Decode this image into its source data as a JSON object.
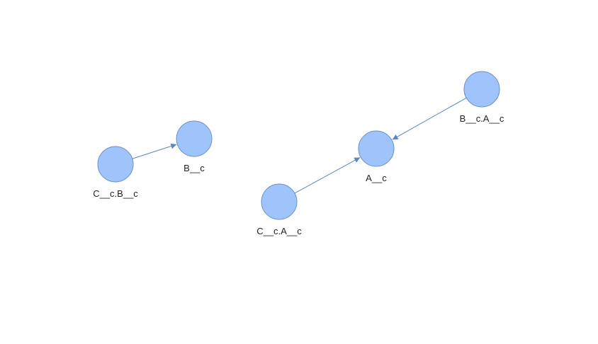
{
  "diagram": {
    "colors": {
      "node_fill": "#9ec4fb",
      "node_stroke": "#6c8fc4",
      "edge": "#5b86c6",
      "label": "#222222"
    },
    "nodes": [
      {
        "id": "ccbc",
        "label": "C__c.B__c"
      },
      {
        "id": "bc",
        "label": "B__c"
      },
      {
        "id": "bcac",
        "label": "B__c.A__c"
      },
      {
        "id": "ac",
        "label": "A__c"
      },
      {
        "id": "ccac",
        "label": "C__c.A__c"
      }
    ],
    "edges": [
      {
        "from": "ccbc",
        "to": "bc"
      },
      {
        "from": "bcac",
        "to": "ac"
      },
      {
        "from": "ccac",
        "to": "ac"
      }
    ]
  }
}
